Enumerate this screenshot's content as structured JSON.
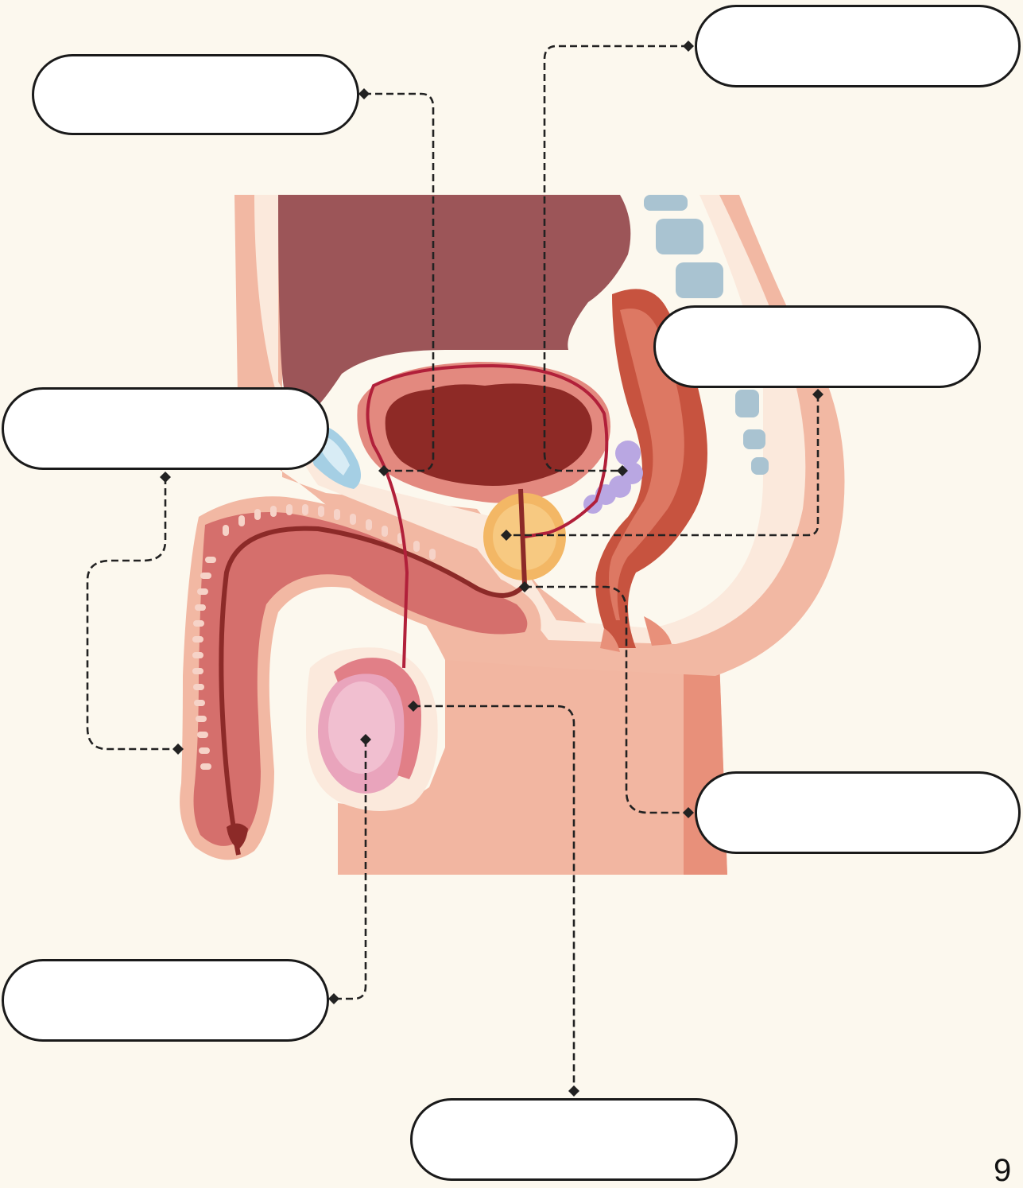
{
  "diagram": {
    "type": "blank anatomy label worksheet",
    "label_boxes": [
      {
        "id": "label-1",
        "text": ""
      },
      {
        "id": "label-2",
        "text": ""
      },
      {
        "id": "label-3",
        "text": ""
      },
      {
        "id": "label-4",
        "text": ""
      },
      {
        "id": "label-5",
        "text": ""
      },
      {
        "id": "label-6",
        "text": ""
      },
      {
        "id": "label-7",
        "text": ""
      },
      {
        "id": "label-8",
        "text": ""
      }
    ],
    "colors": {
      "background": "#fcf8ee",
      "skin_light": "#f4c3b0",
      "skin_mid": "#e8907a",
      "bladder_outer": "#e3897f",
      "bladder_inner": "#8e2a26",
      "organ_upper": "#9c5558",
      "rectum": "#c7533f",
      "prostate": "#f3b765",
      "seminal_vesicle": "#b9a7e2",
      "testis": "#e9a4bc",
      "spine": "#a9c3d1",
      "duct": "#b1203a",
      "leader_line": "#222222"
    }
  },
  "page_number": "9"
}
